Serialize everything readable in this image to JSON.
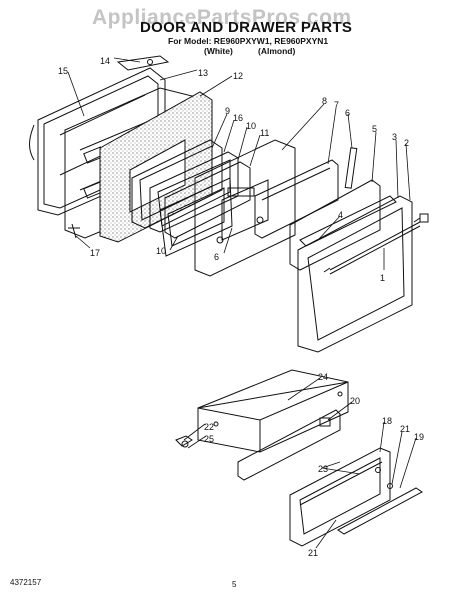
{
  "watermark": "AppliancePartsPros.com",
  "title": "DOOR AND DRAWER PARTS",
  "model_line": "For Model: RE960PXYW1, RE960PXYN1",
  "variants": [
    "(White)",
    "(Almond)"
  ],
  "callouts": {
    "door": [
      "14",
      "15",
      "13",
      "12",
      "9",
      "16",
      "10",
      "11",
      "8",
      "7",
      "6",
      "5",
      "3",
      "2",
      "4",
      "10",
      "6",
      "1",
      "17"
    ],
    "drawer": [
      "24",
      "20",
      "18",
      "21",
      "19",
      "22",
      "25",
      "23",
      "21"
    ]
  },
  "footer": {
    "doc_number": "4372157",
    "page_number": "5"
  }
}
